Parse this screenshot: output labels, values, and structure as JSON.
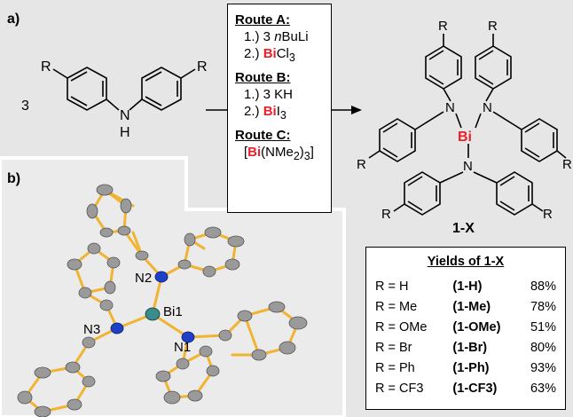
{
  "panel_a_label": "a)",
  "panel_b_label": "b)",
  "reactant": {
    "coefficient": "3",
    "r_left": "R",
    "r_right": "R",
    "nh": "N",
    "h": "H"
  },
  "routes": [
    {
      "head": "Route A:",
      "steps": [
        [
          "1.) 3 ",
          "n",
          "BuLi"
        ],
        [
          "2.) ",
          "Bi",
          "Cl",
          "3"
        ]
      ]
    },
    {
      "head": "Route B:",
      "steps": [
        [
          "1.) 3 KH"
        ],
        [
          "2.) ",
          "Bi",
          "I",
          "3"
        ]
      ]
    },
    {
      "head": "Route C:",
      "steps": [
        [
          "[",
          "Bi",
          "(NMe",
          "2",
          ")",
          "3",
          "]"
        ]
      ]
    }
  ],
  "product": {
    "label": "1-X",
    "bi": "Bi",
    "n": "N",
    "r": "R"
  },
  "yields": {
    "title": "Yields of 1-X",
    "rows": [
      {
        "r": "R = H",
        "cmpd": "(1-H)",
        "yield": "88%"
      },
      {
        "r": "R = Me",
        "cmpd": "(1-Me)",
        "yield": "78%"
      },
      {
        "r": "R = OMe",
        "cmpd": "(1-OMe)",
        "yield": "51%"
      },
      {
        "r": "R = Br",
        "cmpd": "(1-Br)",
        "yield": "80%"
      },
      {
        "r": "R = Ph",
        "cmpd": "(1-Ph)",
        "yield": "93%"
      },
      {
        "r": "R = CF3",
        "cmpd": "(1-CF3)",
        "yield": "63%"
      }
    ]
  },
  "crystal_labels": {
    "bi": "Bi1",
    "n1": "N1",
    "n2": "N2",
    "n3": "N3"
  },
  "colors": {
    "background": "#e6e6e6",
    "bismuth": "#e8202a",
    "bond": "#f0b432",
    "nitrogen": "#1f3fc8",
    "bi_atom": "#3a8c8c",
    "carbon": "#9a9a9a"
  }
}
